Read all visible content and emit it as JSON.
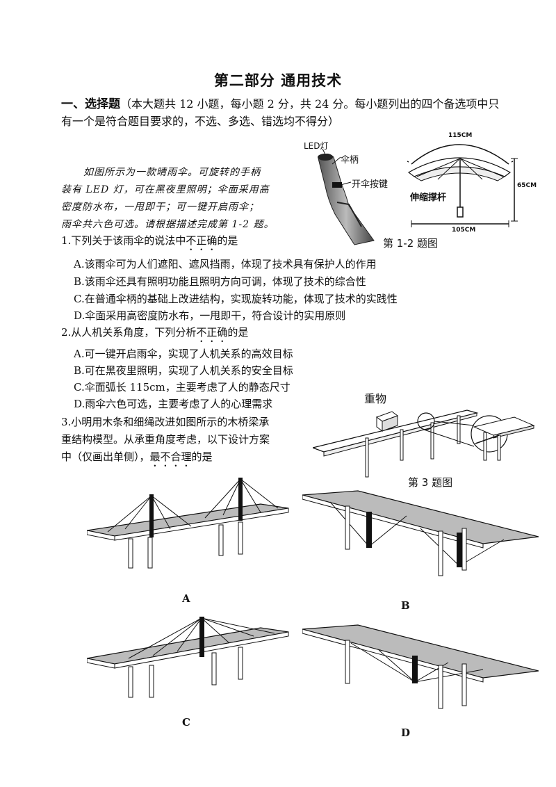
{
  "header": {
    "title": "第二部分 通用技术"
  },
  "section": {
    "heading": "一、选择题",
    "desc_line1": "（本大题共 12 小题，每小题 2 分，共 24 分。每小题列出的四个备选项中只",
    "desc_line2": "有一个是符合题目要求的，不选、多选、错选均不得分）"
  },
  "intro": {
    "lines": [
      "如图所示为一款晴雨伞。可旋转的手柄",
      "装有 LED 灯，可在黑夜里照明；伞面采用高",
      "密度防水布，一甩即干；可一键开启雨伞；",
      "雨伞共六色可选。请根据描述完成第 1-2 题。"
    ]
  },
  "figure12": {
    "caption": "第 1-2 题图",
    "labels": {
      "led": "LED灯",
      "handle": "伞柄",
      "open_key": "开伞按键",
      "rod": "伸缩撑杆",
      "arc": "115CM",
      "height": "65CM",
      "width": "105CM"
    }
  },
  "q1": {
    "stem_a": "1.下列关于该雨伞的说法中",
    "stem_em": "不正确",
    "stem_b": "的是",
    "options": [
      "A.该雨伞可为人们遮阳、遮风挡雨，体现了技术具有保护人的作用",
      "B.该雨伞还具有照明功能且照明方向可调，体现了技术的综合性",
      "C.在普通伞柄的基础上改进结构，实现旋转功能，体现了技术的实践性",
      "D.伞面采用高密度防水布，一甩即干，符合设计的实用原则"
    ]
  },
  "q2": {
    "stem_a": "2.从人机关系角度，下列分析",
    "stem_em": "不正确",
    "stem_b": "的是",
    "options": [
      "A.可一键开启雨伞，实现了人机关系的高效目标",
      "B.可在黑夜里照明，实现了人机关系的安全目标",
      "C.伞面弧长 115cm，主要考虑了人的静态尺寸",
      "D.雨伞六色可选，主要考虑了人的心理需求"
    ]
  },
  "q3": {
    "line1": "3.小明用木条和细绳改进如图所示的木桥梁承",
    "line2": "重结构模型。从承重角度考虑，以下设计方案",
    "line3_a": "中（仅画出单侧），",
    "line3_em": "最不合理",
    "line3_b": "的是"
  },
  "figure3": {
    "caption": "第 3 题图",
    "weight_label": "重物"
  },
  "choices": {
    "a": "A",
    "b": "B",
    "c": "C",
    "d": "D"
  }
}
